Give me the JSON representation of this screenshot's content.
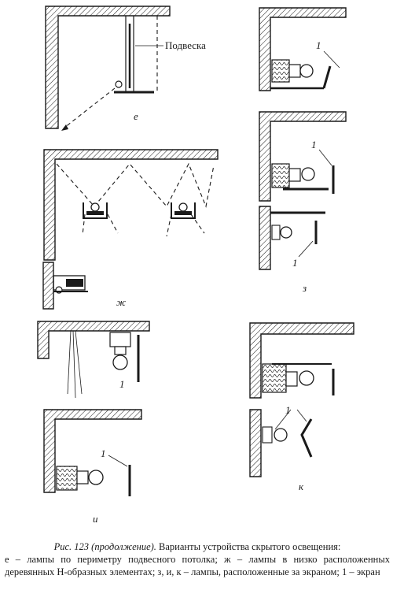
{
  "figure": {
    "labels": {
      "e": "е",
      "zh": "ж",
      "z": "з",
      "i": "и",
      "k": "к",
      "podveska": "Подвеска",
      "one": "1"
    }
  },
  "caption": {
    "title": "Рис. 123 (продолжение).",
    "heading": "Варианты устройства скрытого освещения:",
    "body": "е – лампы по периметру подвесного потолка; ж – лампы в низко расположенных деревянных Н-образных элементах; з, и, к – лампы, расположенные за экраном; 1 – экран"
  }
}
